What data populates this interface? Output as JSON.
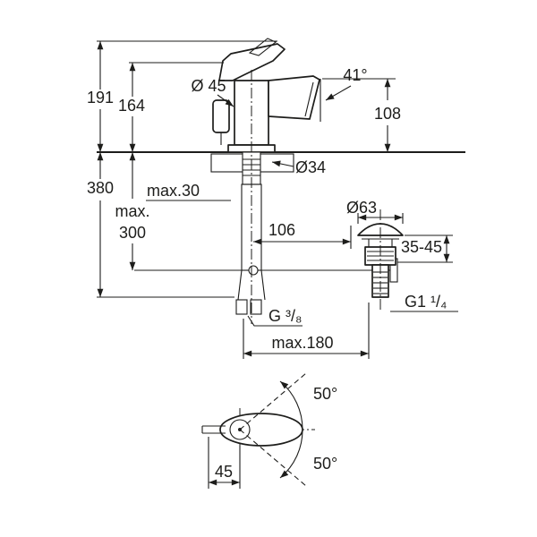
{
  "meta": {
    "background": "#ffffff",
    "line_color": "#1d1d1b",
    "drawing_type": "faucet installation dimensional drawing"
  },
  "side_view": {
    "dims": {
      "d191": "191",
      "d164": "164",
      "d380": "380",
      "max300_lines": [
        "max.",
        "300"
      ],
      "dia45": "Ø 45",
      "angle41": "41°",
      "d108": "108",
      "dia34": "Ø34",
      "max30": "max.30",
      "d106": "106",
      "dia63": "Ø63",
      "clamp_range": "35-45",
      "g38": "G ³/₈",
      "g114": "G1 ¹/₄",
      "max180": "max.180"
    }
  },
  "top_view": {
    "dims": {
      "angle_up": "50°",
      "angle_down": "50°",
      "d45": "45"
    }
  }
}
